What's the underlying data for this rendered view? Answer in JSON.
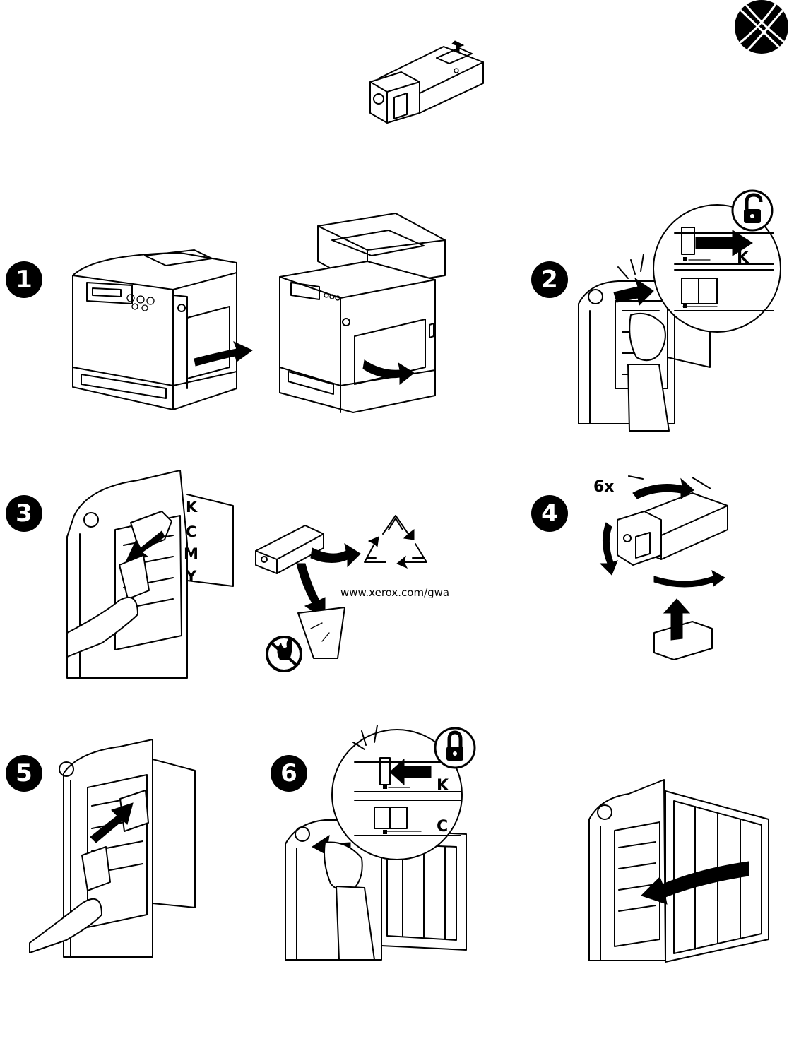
{
  "steps": {
    "s1": "1",
    "s2": "2",
    "s3": "3",
    "s4": "4",
    "s5": "5",
    "s6": "6"
  },
  "slot_labels": {
    "k_step2": "K",
    "k_step3": "K",
    "c_step3": "C",
    "m_step3": "M",
    "y_step3": "Y",
    "k_step6": "K",
    "c_step6": "C"
  },
  "shake_count": "6x",
  "recycle_url": "www.xerox.com/gwa",
  "icons": {
    "brand": "xerox-sphere-logo",
    "unlock": "unlock-padlock-icon",
    "lock": "lock-padlock-icon",
    "recycle": "recycle-icon",
    "no_fire": "no-incineration-icon"
  },
  "colors": {
    "ink": "#000000",
    "paper": "#ffffff"
  }
}
